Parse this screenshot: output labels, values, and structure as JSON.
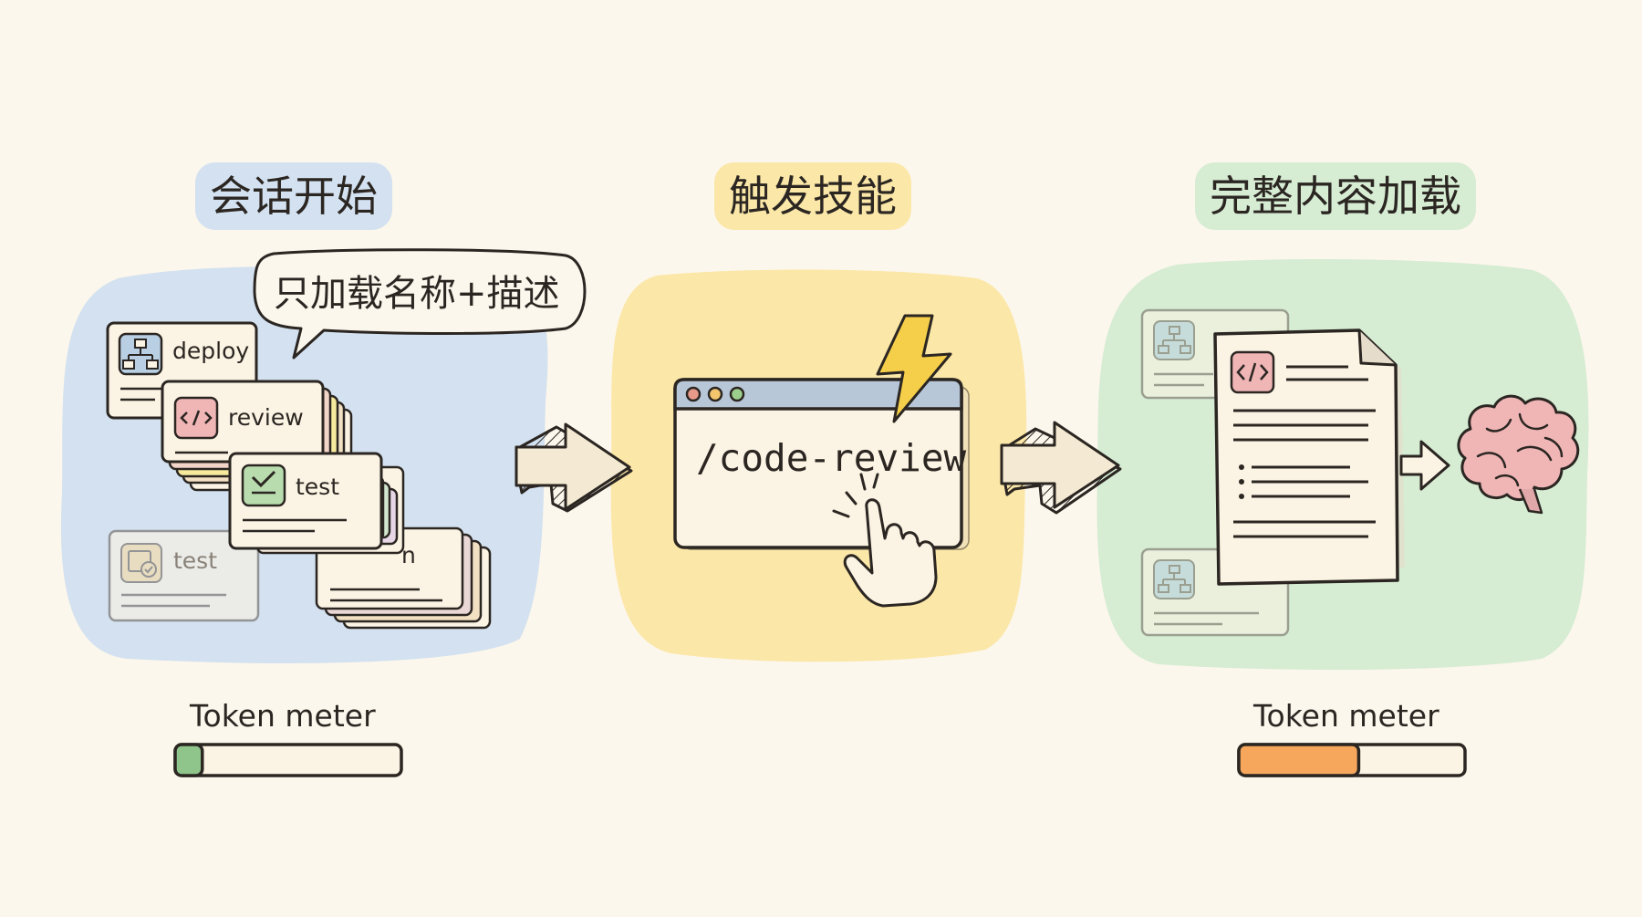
{
  "stages": [
    {
      "title": "会话开始",
      "color": "#d3e1f0"
    },
    {
      "title": "触发技能",
      "color": "#fbe7a8"
    },
    {
      "title": "完整内容加载",
      "color": "#d6ecd3"
    }
  ],
  "bubble_text": "只加载名称+描述",
  "skill_cards": [
    "deploy",
    "review",
    "test",
    "test",
    "n"
  ],
  "command": "/code-review",
  "meters": [
    {
      "label": "Token meter",
      "fill": 0.12,
      "color": "#8fc48a"
    },
    {
      "label": "Token meter",
      "fill": 0.53,
      "color": "#f6a75c"
    }
  ],
  "icons": [
    "sitemap-icon",
    "code-icon",
    "checklist-icon",
    "calendar-check-icon",
    "lightning-icon",
    "hand-pointer-icon",
    "document-icon",
    "brain-icon",
    "arrow-right-icon"
  ]
}
